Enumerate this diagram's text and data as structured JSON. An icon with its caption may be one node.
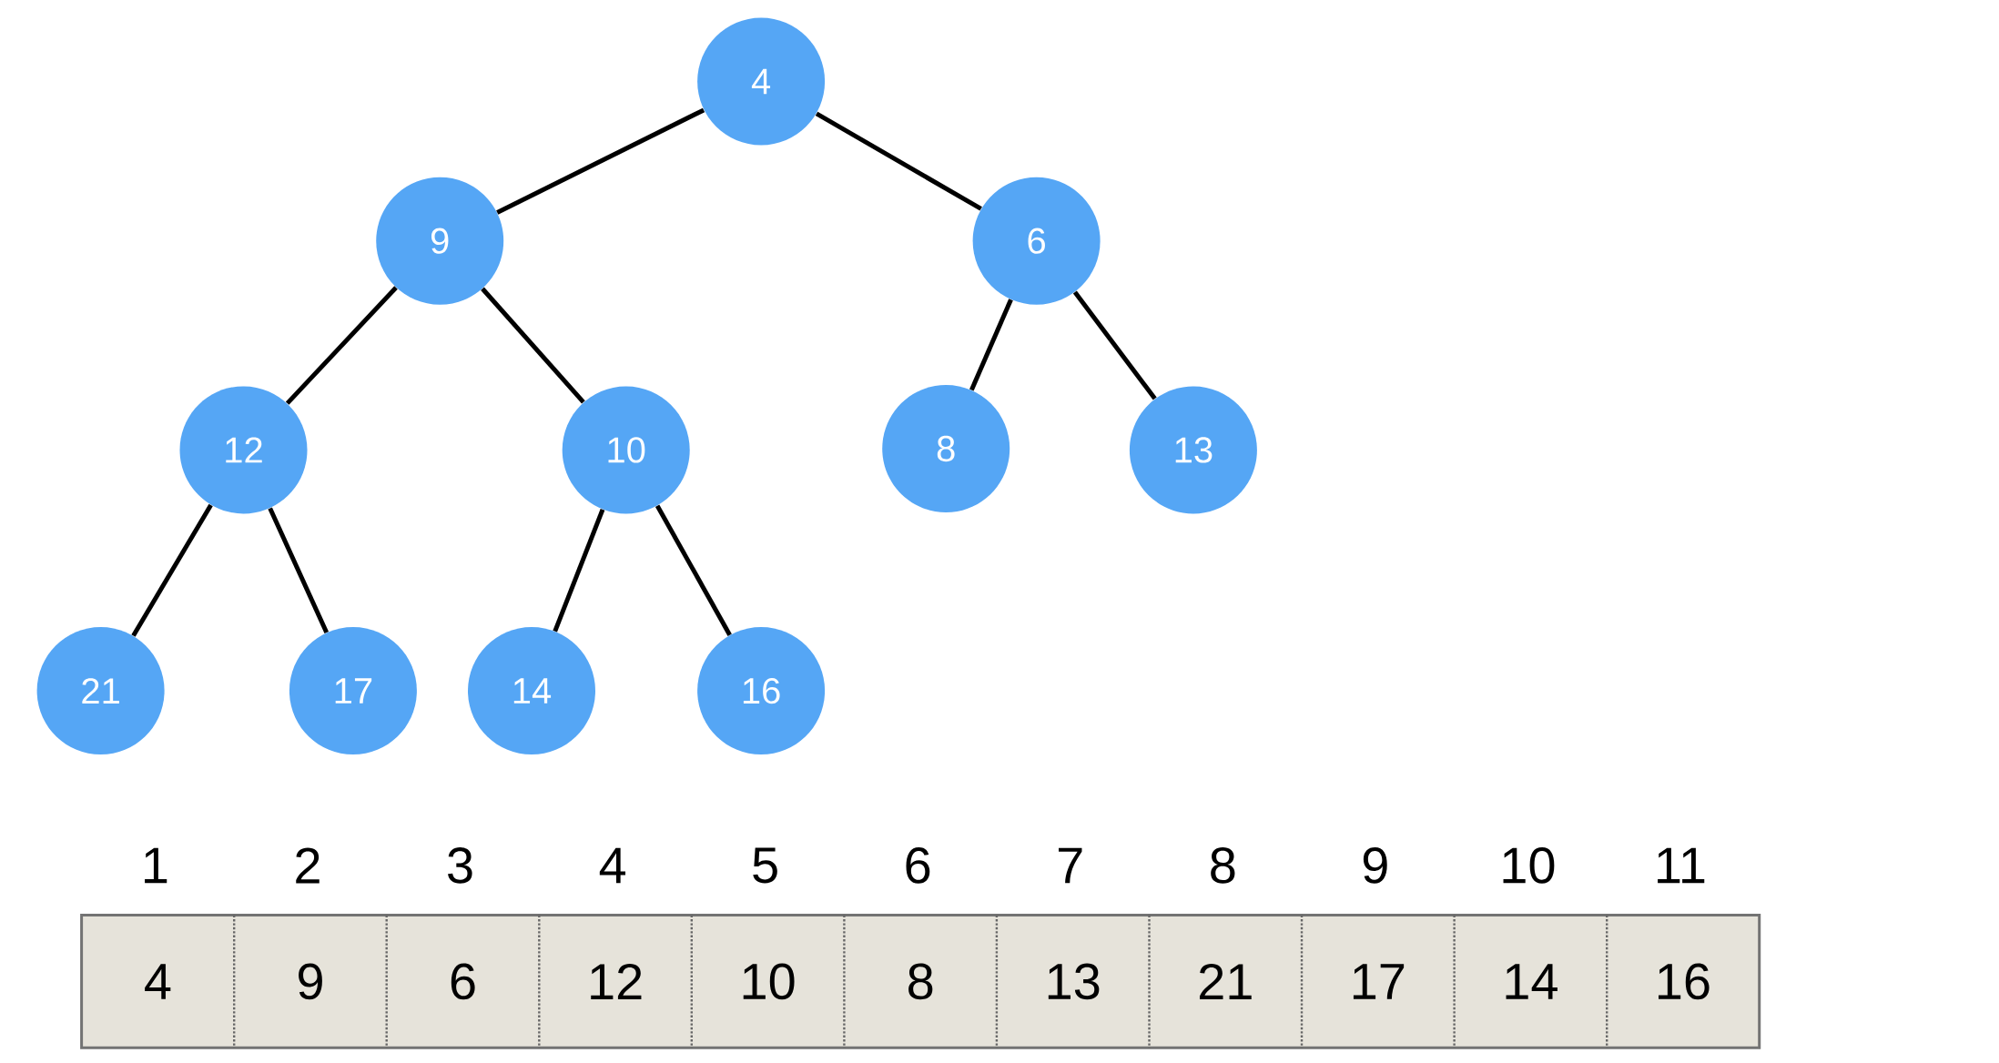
{
  "diagram": {
    "nodes": [
      {
        "text": [
          "4"
        ]
      },
      {
        "text": [
          "9"
        ]
      },
      {
        "text": [
          "6"
        ]
      },
      {
        "text": [
          "12"
        ]
      },
      {
        "text": [
          "10"
        ]
      },
      {
        "text": [
          "8"
        ]
      },
      {
        "text": [
          "13"
        ]
      },
      {
        "text": [
          "21"
        ]
      },
      {
        "text": [
          "17"
        ]
      },
      {
        "text": [
          "14"
        ]
      },
      {
        "text": [
          "16"
        ]
      }
    ],
    "edges": [
      {
        "from": 0,
        "to": 1,
        "arrow": "none"
      },
      {
        "from": 0,
        "to": 2,
        "arrow": "none"
      },
      {
        "from": 1,
        "to": 3,
        "arrow": "none"
      },
      {
        "from": 1,
        "to": 4,
        "arrow": "none"
      },
      {
        "from": 2,
        "to": 5,
        "arrow": "none"
      },
      {
        "from": 2,
        "to": 6,
        "arrow": "none"
      },
      {
        "from": 3,
        "to": 7,
        "arrow": "none"
      },
      {
        "from": 3,
        "to": 8,
        "arrow": "none"
      },
      {
        "from": 4,
        "to": 9,
        "arrow": "none"
      },
      {
        "from": 4,
        "to": 10,
        "arrow": "none"
      }
    ],
    "labels": [
      "1",
      "2",
      "3",
      "4",
      "5",
      "6",
      "7",
      "8",
      "9",
      "10",
      "11",
      "4",
      "9",
      "6",
      "12",
      "10",
      "8",
      "13",
      "21",
      "17",
      "14",
      "16"
    ]
  }
}
